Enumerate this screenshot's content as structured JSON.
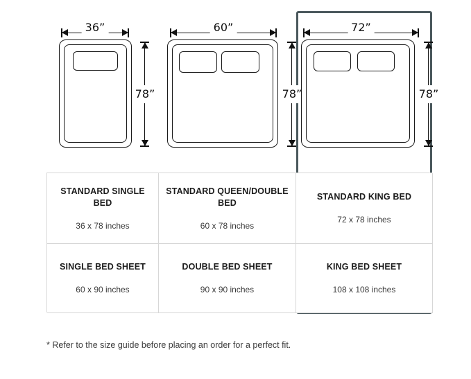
{
  "highlight": {
    "name": "king-column-highlight",
    "color": "#4a585c"
  },
  "beds": [
    {
      "id": "single",
      "width_label": "36”",
      "height_label": "78”",
      "pillows": 1
    },
    {
      "id": "queen-double",
      "width_label": "60”",
      "height_label": "78”",
      "pillows": 2
    },
    {
      "id": "king",
      "width_label": "72”",
      "height_label": "78”",
      "pillows": 2
    }
  ],
  "table": {
    "rows": [
      {
        "row_id": "bed-sizes",
        "cells": [
          {
            "title": "STANDARD SINGLE BED",
            "sub": "36 x 78 inches"
          },
          {
            "title": "STANDARD QUEEN/DOUBLE BED",
            "sub": "60 x 78 inches"
          },
          {
            "title": "STANDARD KING BED",
            "sub": "72 x 78 inches"
          }
        ]
      },
      {
        "row_id": "sheet-sizes",
        "cells": [
          {
            "title": "SINGLE BED SHEET",
            "sub": "60 x 90 inches"
          },
          {
            "title": "DOUBLE BED SHEET",
            "sub": "90 x 90 inches"
          },
          {
            "title": "KING BED SHEET",
            "sub": "108 x 108 inches"
          }
        ]
      }
    ]
  },
  "footnote": {
    "text": "* Refer to the size guide before placing an order for a perfect fit."
  }
}
